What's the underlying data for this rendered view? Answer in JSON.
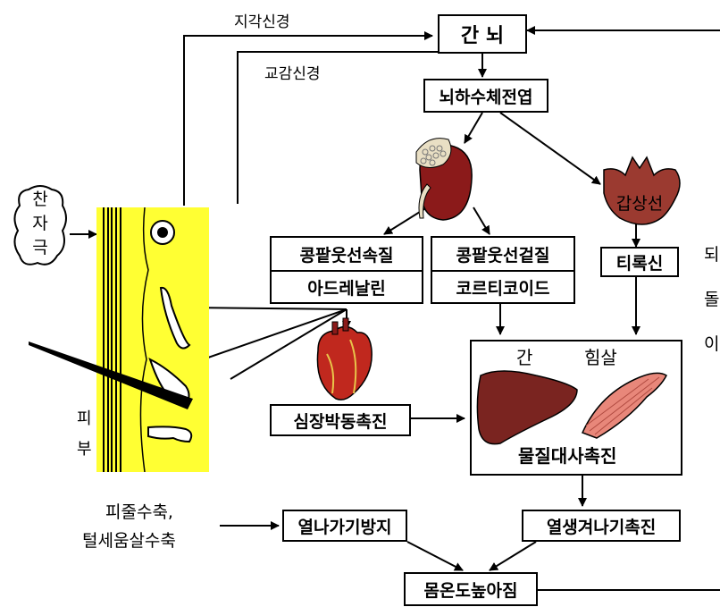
{
  "nodes": {
    "brain": "간 뇌",
    "pituitary": "뇌하수체전엽",
    "adrenal_medulla": "콩팥웃선속질",
    "adrenaline": "아드레날린",
    "adrenal_cortex": "콩팥웃선겉질",
    "corticoid": "코르티코이드",
    "thyroxine": "티록신",
    "heartbeat": "심장박동촉진",
    "metabolism": "물질대사촉진",
    "heat_prevention": "열나가기방지",
    "heat_production": "열생겨나기촉진",
    "temp_rise": "몸온도높아짐"
  },
  "labels": {
    "sensory_nerve": "지각신경",
    "sympathetic_nerve": "교감신경",
    "cold_stimulus": [
      "찬",
      "자",
      "극"
    ],
    "skin": [
      "피",
      "부"
    ],
    "thyroid": "갑상선",
    "liver": "간",
    "muscle": "힘살",
    "vasoconstriction": "피줄수축,",
    "piloerection": "털세움살수축",
    "right_edge": [
      "되",
      "돌",
      "이"
    ]
  },
  "colors": {
    "skin_yellow": "#ffff33",
    "organ_red": "#8b1a1a",
    "heart_red": "#c0281e",
    "liver_brown": "#7a2420",
    "muscle_pink": "#e8877a",
    "thyroid_brown": "#9b3a30"
  }
}
